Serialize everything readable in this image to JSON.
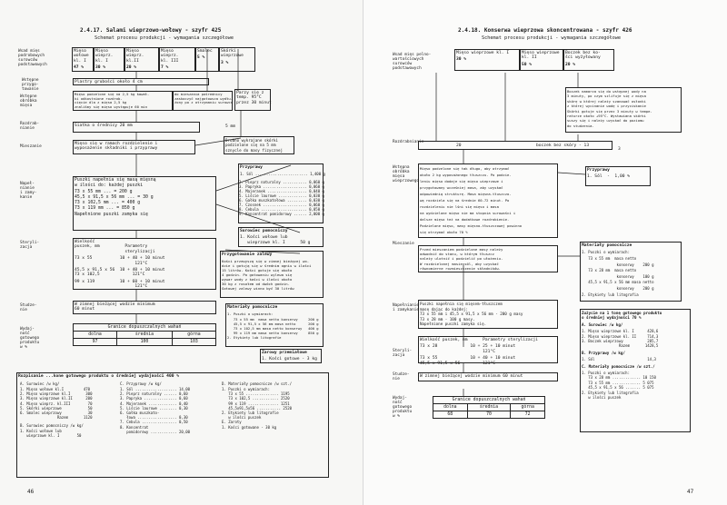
{
  "left": {
    "title": "2.4.17. Salami wieprzowo-wołowy - szyfr 425",
    "subtitle": "Schemat procesu produkcji - wymagania szczegółowe",
    "page_number": "46",
    "labels": {
      "raw": "Wsad mięs\npodrobowych\nsurowców\npodstawowych",
      "prep": "Wstępne\nprzygo-\ntowanie",
      "first": "Wstępne\nobróbka\nmięsa",
      "crush": "Rozdrab-\nnianie",
      "mix": "Mieszanie",
      "fill": "Napeł-\nnianie\ni zamy-\nkanie",
      "steril": "Steryli-\nzacja",
      "cool": "Studze-\nnie",
      "yield": "Wydaj-\nność\ngotowego\nproduktu\nw %"
    },
    "raw_boxes": [
      {
        "name": "Mięso\nwołowe\nkl. I",
        "val": "47 %"
      },
      {
        "name": "Mięso\nwieprz.\nkl. I",
        "val": "30 %"
      },
      {
        "name": "Mięso\nwieprz.\nkl.II",
        "val": "20 %"
      },
      {
        "name": "Mięso\nwieprz.\nkl. III",
        "val": "7 %"
      },
      {
        "name": "Smalec",
        "val": "5 %"
      },
      {
        "name": "Skórki\nwieprzowe",
        "val": "3 %"
      }
    ],
    "prep_box": "Plastry grubości około 4 cm",
    "meat_box": "Mięso podzelone się na 2,5 kg kawał-\nki odkostnione rozdrob-\ncięcie dla z mięsa 2,5 kg\nznaliśmy się mięso wystąpuje 60 min",
    "hot_box": "do mieszania pośrednicy\nzaskoczyć najgotowsza wydłu-\nżony po z otrzymaniu surowca",
    "pork_box": "Parzy się z\ntemp. 95°C\nprzez 30 minut",
    "crush_box": "Siatka o średnicy 20 mm",
    "crush_side": "5 mm",
    "mix_box": "Mięso się w ramach rozdzielenie i\nwyposażenie składniki i przyprawy",
    "drob_box": "Drobno wykrajane skórki\npodzielone się na 5 mm\nsznycle do masy fizycznej",
    "fill_box": "Puszki napełnia się masą mięsną\nw ilości do: każdej puszki\n73 x 55 mm ... = 200 g\n45,5 x 91,5 x 56 mm ... = 30 g\n73 x 102,5 mm ... = 400 g\n73 x 119 mm ... = 850 g\nNapełnione puszki zamyka się",
    "steril_head": "Wielkość\npuszek, mm          Parametry\n                    sterylizacji",
    "steril_rows": [
      "73 x 55           10 + 40 + 10 minut\n                        121°C",
      "45,5 x 91,5 x 56  10 + 40 + 10 minut\n73 x 102,5             121°C",
      "99 x 119          10 + 60 + 10 minut\n                        121°C"
    ],
    "cool_box": "W zimnej bieżącej wodzie minimum\n60 minut",
    "yield_head": "Granice dopuszczalnych wahań",
    "yield_cols": [
      "dolna",
      "średnia",
      "górna"
    ],
    "yield_vals": [
      "97",
      "100",
      "103"
    ],
    "spices_title": "Przyprawy",
    "spices": [
      "1. Sól ........................ 1,400 g",
      "2. Pieprz naturalny ........... 0,060 g",
      "3. Papryka .................... 0,060 g",
      "4. Majeranek .................. 0,040 g",
      "5. Liście laurowe ............. 0,030 g",
      "6. Gałka muszkatołowa ......... 0,030 g",
      "7. Czosnek .................... 0,060 g",
      "8. Cebula ..................... 0,050 g",
      "9. Koncentrat pomidorowy ...... 2,000 g"
    ],
    "aux_title": "Surowiec pomocniczy",
    "aux": "1. Kości wołowe lub\n   wieprzowe kl. I      50 g",
    "broth_title": "Przygotowanie zalewy",
    "broth": "Kości przewyszą się w zimnej bieżącej wo-\ndzie i gotują się w średnim ogniu w ilości\n15 litrów. Kości gotuje się około\n4 godzin. Po gotowaniu wylewa się\nwywar wody z kości w ilości około\n30 kg z rosołem od dwóch godzin.\nGotowej zalewy winno być 30 litrów",
    "pack_title": "Materiały pomocnicze",
    "pack": "1. Puszki o wymiarach:\n   73 x 55 mm  masa netto konserwy     200 g\n   45,5 x 91,5 x 56 mm masa netto      200 g\n   73 x 102,5 mm masa netto konserwy   400 g\n   99 x 119 mm masa netto konserwy     850 g\n2. Etykiety lub litografie",
    "salt_title": "Zarowy przemiałowe",
    "salt": "1. Kości gotowe - 3 kg",
    "bottom_title": "Rozpisanie ...kone gotowego produktu o średniej wydajności 400 %",
    "bottom_a_title": "A. Surowiec /w kg/",
    "bottom_a": "1. Mięso wołowe kl.I         470\n2. Mięso wieprzowe kl.I       300\n3. Mięso wieprzowe kl.II      200\n4. Mięso wieprz. kl.III        70\n5. Skórki wieprzowe            50\n6. Smalec wieprzowy            30\n                 Razem       1120",
    "bottom_b_title": "B. Surowiec pomocniczy /w kg/",
    "bottom_b": "1. Kości wołowe lub\n   wieprzowe kl. I        50",
    "bottom_c_title": "C. Przyprawy /w kg/",
    "bottom_c": "1. Sól ................... 14,00\n2. Pieprz naturalny ...... 0,60\n3. Papryka ............... 0,60\n4. Majeranek ............. 0,40\n5. Liście laurowe ........ 0,30\n6. Gałka muszkato-\n   łowa .................. 0,30\n7. Cebula ................ 0,50\n8. Koncentrat\n   pomidorowy ............ 20,00",
    "bottom_d_title": "D. Materiały pomocnicze /w szt./",
    "bottom_d": "1. Puszki o wymiarach:\n   73 x 55 ............... 1195\n   73 x 102,5 ............ 2520\n   99 x 119 .............. 1251\n   45,5x91,5x56 ........... 2520\n2. Etykiety lub litografie\n   w ilości puszek\nE. Zaroty\n1. Kości gotowane - 30 kg"
  },
  "right": {
    "title": "2.4.18. Konserwa wieprzowa skoncentrowana - szyfr 426",
    "subtitle": "Schemat procesu produkcji - wymagania szczegółowe",
    "page_number": "47",
    "labels": {
      "raw": "Wsad mięs pelno-\nwartościowych\nsurowców\npodstawowych",
      "crush": "Rozdrabnianie",
      "prep": "Wstępna\nobróbka\nmięsa\nwieprzowego",
      "mix": "Mieszanie",
      "fill": "Napełnianie\ni zamykanie",
      "steril": "Steryli-\nzacja",
      "cool": "Studze-\nnie",
      "yield": "Wydaj-\nność\ngotowego\nproduktu\nw %"
    },
    "raw_boxes": [
      {
        "name": "Mięso wieprzowe kl. I",
        "val": "30 %"
      },
      {
        "name": "Mięso wieprzowe\nkl. II",
        "val": "50 %"
      },
      {
        "name": "Boczek bez ko-\nści wyżyłowany",
        "val": "20 %"
      }
    ],
    "bacon_box": "Boczek namarza się do wstępnej wody na\n3 minuty, po czym szlifuje się z mięsa\nskórę w której należy szanować osłonki\nz której wycinanie wodę i przyciskanie\nSkórki gotuje się przez 3 minuty w tempe-\nraturze około +95°C. Wystawiana skórki\nsuszy się i należy uzyskać do poziomu\ndo studzenia.",
    "crush_vals": [
      "20",
      "boczek bez skóry - 13"
    ],
    "crush_side": "3",
    "meat_box": "Mięso podzelone się tak długo, aby otrzymać\nokoło 2 kg wyposażonego tłuszczu. Po podzie-\nleniu mięso dodaje się mięso wieprzowe i\nprzygotowany wcześniej masa, aby uzyskać\nodpowiednią strukturę. Masa mięsna-tłuszczo-\nwą rozdziela się na średnie 60-72 minut. Po\nrozdzieleniu nie lśni się mięso i masa\nna wydzielone mięso nie ma stopnia surowości i\ndalsze mięso też na dodatkowe rozdrobienie.\nPodzielone mięso, masy mięsno-tłuszczowej powinno\nsię otrzymać około 70 %",
    "spices_title": "Przyprawy",
    "spices": "1. Sól  -  1,00 %",
    "mix_box": "Przed mieszaniem podzielone masy należy\nodwodnić do stanu, w którym tłuszcz\nnależy ulotnić i podzielić po ułożeniu.\nW rozdzielonej masie sól, aby uzyskać\nrównomierne rozmieszczenie składników.",
    "aux_title": "Materiały pomocnicze",
    "aux": "1. Puszki o wymiarach:\n   73 x 55 mm  masa netto\n                konserwy    200 g\n   73 x 28 mm  masa netto\n                konserwy    100 g\n   45,5 x 91,5 x 56 mm masa netto\n                konserwy    200 g\n2. Etykiety lub litografia",
    "fill_box": "Puszki napełnia się mięsem-tłuszczem\nmasę dając do każdej:\n73 x 55 mm i 45,5 x 91,5 x 56 mm - 200 g masy\n73 x 28 mm - 100 g masy.\nNapełnione puszki zamyka się.",
    "steril_head": "Wielkość puszek, mm      Parametry sterylizacji",
    "steril_rows": [
      "73 x 28             10 + 25 + 10 minut\n                         121°C",
      "73 x 55             10 + 40 + 10 minut\n45,5 x 91,5 x 56         121°C"
    ],
    "cool_box": "W zimnej bieżącej wodzie minimum 60 minut",
    "yield_head": "Granice dopuszczalnych wahań",
    "yield_cols": [
      "dolna",
      "średnia",
      "górna"
    ],
    "yield_vals": [
      "68",
      "70",
      "72"
    ],
    "side_title": "Zużycie na 1 tonę gotowego produktu\no średniej wydajności 70 %",
    "side_a_title": "A. Surowiec /w kg/",
    "side_a": "1. Mięso wieprzowe kl. I      428,6\n2. Mięso wieprzowe kl. II     714,3\n3. Boczek wieprzowy           285,7\n                 Razem       1428,5",
    "side_b_title": "B. Przyprawy /w kg/",
    "side_b": "1. Sól                        14,3",
    "side_c_title": "C. Materiały pomocnicze /w szt./",
    "side_c": "1. Puszki o wymiarach:\n   73 x 28 mm ............. 10 150\n   73 x 55 mm ............. 5 075\n   45,5 x 91,5 x 56 ....... 5 075\n2. Etykiety lub litografia\n   w ilości puszek"
  }
}
